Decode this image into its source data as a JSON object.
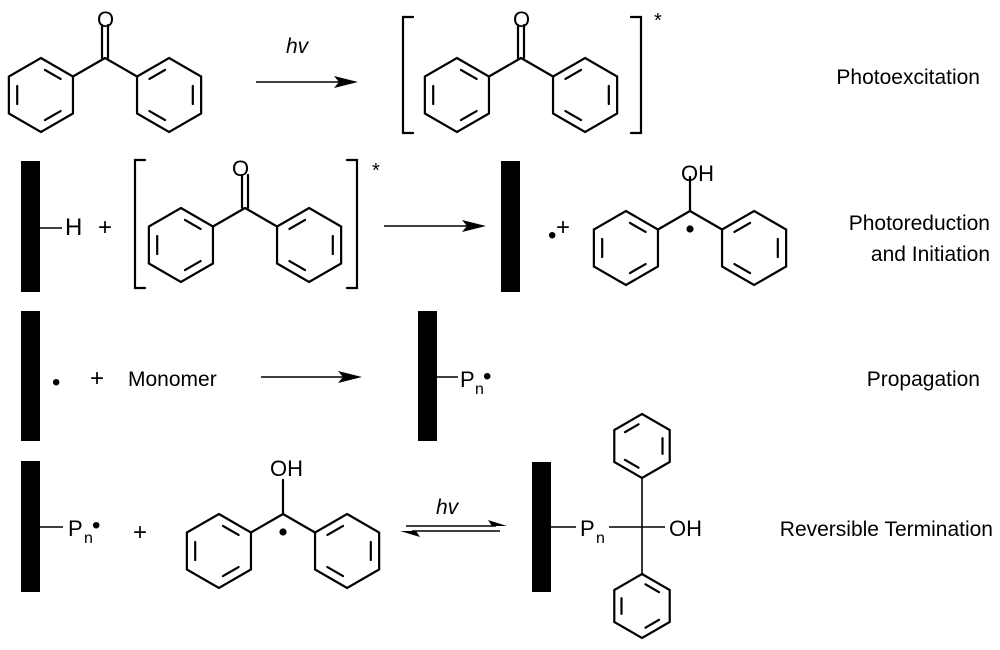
{
  "figure": {
    "title": "Benzophenone-mediated photografting polymerization scheme",
    "colors": {
      "ink": "#000000",
      "background": "#ffffff"
    },
    "rows": [
      {
        "id": "photoexcitation",
        "label": "Photoexcitation",
        "reactant": "benzophenone",
        "arrow": {
          "type": "forward",
          "above": "hv"
        },
        "product": "benzophenone triplet (excited)",
        "excited_mark": "*",
        "atoms": {
          "oxygen": "O",
          "oxygen_excited": "O"
        }
      },
      {
        "id": "photoreduction",
        "label_line1": "Photoreduction",
        "label_line2": "and Initiation",
        "surface_group": "H",
        "plus": "+",
        "plus2": "+",
        "excited_mark": "*",
        "arrow": {
          "type": "forward"
        },
        "radical_dot": "•",
        "atoms": {
          "oxygen": "O",
          "hydroxyl": "OH"
        }
      },
      {
        "id": "propagation",
        "label": "Propagation",
        "radical_dot": "•",
        "plus": "+",
        "monomer": "Monomer",
        "arrow": {
          "type": "forward"
        },
        "chain": {
          "P": "P",
          "n": "n",
          "dot": "•"
        }
      },
      {
        "id": "reversible-termination",
        "label": "Reversible Termination",
        "chain": {
          "P": "P",
          "n": "n",
          "dot": "•"
        },
        "plus": "+",
        "arrow": {
          "type": "equilibrium",
          "above": "hv"
        },
        "product_chain": {
          "P": "P",
          "n": "n"
        },
        "atoms": {
          "hydroxyl_reactant": "OH",
          "hydroxyl_product": "OH"
        }
      }
    ]
  }
}
